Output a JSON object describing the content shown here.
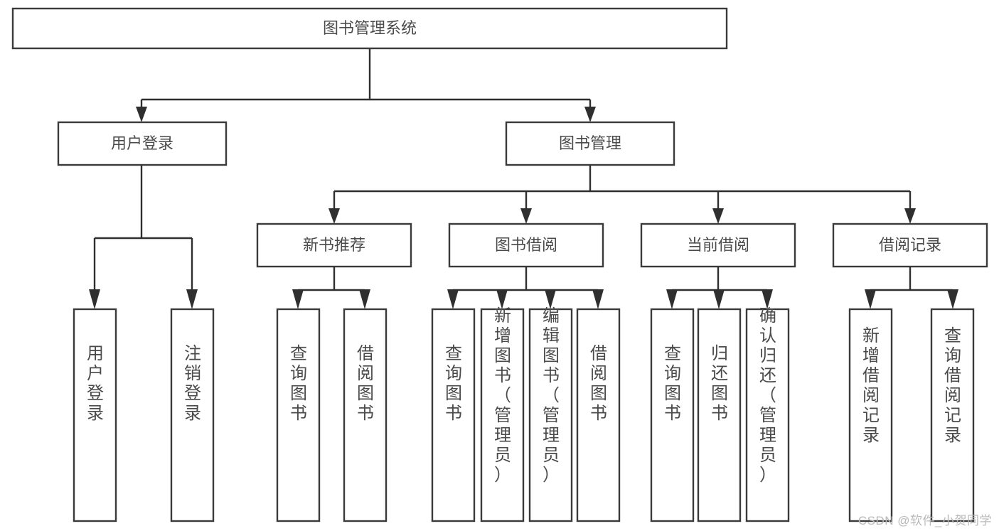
{
  "diagram": {
    "title": "图书管理系统",
    "watermark": "CSDN @软件_小贺同学",
    "colors": {
      "stroke": "#3a3a3a",
      "text": "#4a4a4a",
      "background": "#ffffff",
      "watermark": "#b9b9b9"
    },
    "root": {
      "label": "图书管理系统"
    },
    "level2": [
      {
        "label": "用户登录"
      },
      {
        "label": "图书管理"
      }
    ],
    "level3": [
      {
        "label": "新书推荐"
      },
      {
        "label": "图书借阅"
      },
      {
        "label": "当前借阅"
      },
      {
        "label": "借阅记录"
      }
    ],
    "leaves": {
      "user_login": [
        {
          "label": "用户登录"
        },
        {
          "label": "注销登录"
        }
      ],
      "new_book_recommend": [
        {
          "label": "查询图书"
        },
        {
          "label": "借阅图书"
        }
      ],
      "book_borrow": [
        {
          "label": "查询图书"
        },
        {
          "label": "新增图书（管理员）"
        },
        {
          "label": "编辑图书（管理员）"
        },
        {
          "label": "借阅图书"
        }
      ],
      "current_borrow": [
        {
          "label": "查询图书"
        },
        {
          "label": "归还图书"
        },
        {
          "label": "确认归还（管理员）"
        }
      ],
      "borrow_record": [
        {
          "label": "新增借阅记录"
        },
        {
          "label": "查询借阅记录"
        }
      ]
    }
  }
}
